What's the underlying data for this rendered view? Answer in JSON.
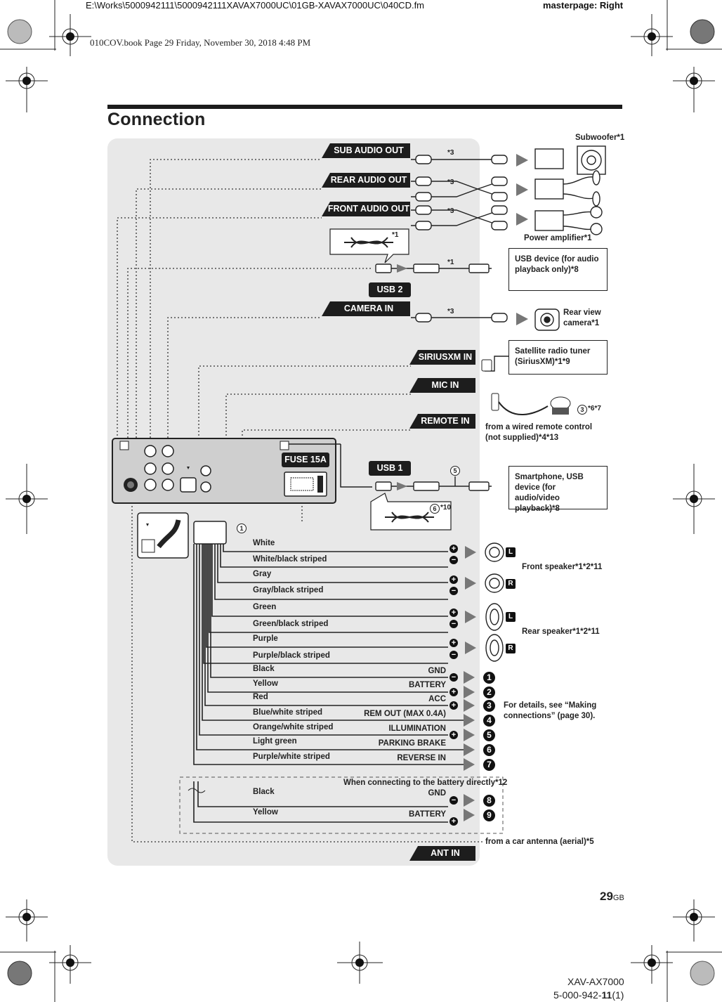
{
  "header": {
    "file_path": "E:\\Works\\5000942111\\5000942111XAVAX7000UC\\01GB-XAVAX7000UC\\040CD.fm",
    "masterpage": "masterpage: Right",
    "book_line": "010COV.book  Page 29  Friday, November 30, 2018  4:48 PM"
  },
  "page_title": "Connection",
  "terminals": {
    "sub_audio_out": "SUB AUDIO OUT",
    "rear_audio_out": "REAR AUDIO OUT",
    "front_audio_out": "FRONT AUDIO OUT",
    "usb2": "USB 2",
    "camera_in": "CAMERA IN",
    "siriusxm_in": "SIRIUSXM IN",
    "mic_in": "MIC IN",
    "remote_in": "REMOTE IN",
    "fuse": "FUSE 15A",
    "usb1": "USB 1",
    "ant_in": "ANT IN"
  },
  "devices": {
    "subwoofer": "Subwoofer*1",
    "power_amplifier": "Power amplifier*1",
    "usb_device_audio": "USB device (for audio playback only)*8",
    "rear_view_camera": "Rear view camera*1",
    "satellite_tuner": "Satellite radio tuner (SiriusXM)*1*9",
    "wired_remote": "from a wired remote control (not supplied)*4*13",
    "smartphone_usb": "Smartphone, USB device (for audio/video playback)*8",
    "front_speaker": "Front speaker*1*2*11",
    "rear_speaker": "Rear speaker*1*2*11",
    "for_details": "For details, see “Making connections” (page 30).",
    "car_antenna": "from a car antenna (aerial)*5",
    "battery_direct": "When connecting to the battery directly*12"
  },
  "footnote_marks": {
    "sub": "*3",
    "rear": "*3",
    "front": "*3",
    "usb2_cable": "*1",
    "usb2_mark": "*1",
    "camera": "*3",
    "mic": "*6*7",
    "usb1_cable": "*10"
  },
  "circled_numbers": {
    "mic": "3",
    "usb1": "5",
    "usb1_cable": "6",
    "harness": "1"
  },
  "speaker_channels": [
    "L",
    "R",
    "L",
    "R"
  ],
  "speaker_wires": [
    {
      "color": "White",
      "polarity": "+"
    },
    {
      "color": "White/black striped",
      "polarity": "−"
    },
    {
      "color": "Gray",
      "polarity": "+"
    },
    {
      "color": "Gray/black striped",
      "polarity": "−"
    },
    {
      "color": "Green",
      "polarity": "+"
    },
    {
      "color": "Green/black striped",
      "polarity": "−"
    },
    {
      "color": "Purple",
      "polarity": "+"
    },
    {
      "color": "Purple/black striped",
      "polarity": "−"
    }
  ],
  "power_wires": [
    {
      "color": "Black",
      "function": "GND",
      "polarity": "−",
      "num": "1"
    },
    {
      "color": "Yellow",
      "function": "BATTERY",
      "polarity": "+",
      "num": "2"
    },
    {
      "color": "Red",
      "function": "ACC",
      "polarity": "+",
      "num": "3"
    },
    {
      "color": "Blue/white striped",
      "function": "REM OUT (MAX 0.4A)",
      "polarity": "",
      "num": "4"
    },
    {
      "color": "Orange/white striped",
      "function": "ILLUMINATION",
      "polarity": "+",
      "num": "5"
    },
    {
      "color": "Light green",
      "function": "PARKING BRAKE",
      "polarity": "",
      "num": "6"
    },
    {
      "color": "Purple/white striped",
      "function": "REVERSE IN",
      "polarity": "",
      "num": "7"
    }
  ],
  "battery_wires": [
    {
      "color": "Black",
      "function": "GND",
      "polarity": "−",
      "num": "8"
    },
    {
      "color": "Yellow",
      "function": "BATTERY",
      "polarity": "+",
      "num": "9"
    }
  ],
  "footer": {
    "page_number": "29",
    "page_suffix": "GB",
    "model": "XAV-AX7000",
    "part_prefix": "5-000-942-",
    "part_bold": "11",
    "part_suffix": "(1)"
  }
}
